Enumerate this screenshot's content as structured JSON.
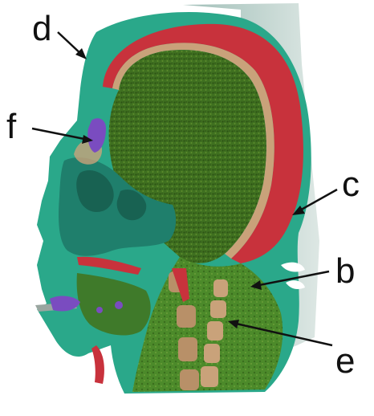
{
  "labels": {
    "d": "d",
    "f": "f",
    "c": "c",
    "b": "b",
    "e": "e"
  },
  "colors": {
    "skin_teal": "#2aa88a",
    "brain_green": "#3a6a1c",
    "skull_red": "#c8323c",
    "bone_beige": "#c9a27a",
    "purple": "#7a4cc0",
    "panel_gray": "#a8c2bc"
  }
}
